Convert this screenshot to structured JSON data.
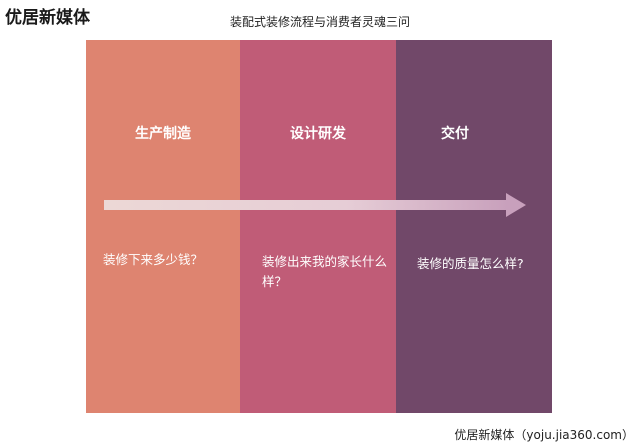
{
  "logo": "优居新媒体",
  "title": "装配式装修流程与消费者灵魂三问",
  "stages": [
    {
      "name": "生产制造",
      "question": "装修下来多少钱？",
      "color": "#de8470"
    },
    {
      "name": "设计研发",
      "question": "装修出来我的家长什么样？",
      "color": "#c05c77"
    },
    {
      "name": "交付",
      "question": "装修的质量怎么样?",
      "color": "#714869"
    }
  ],
  "footer": "优居新媒体（yoju.jia360.com）"
}
